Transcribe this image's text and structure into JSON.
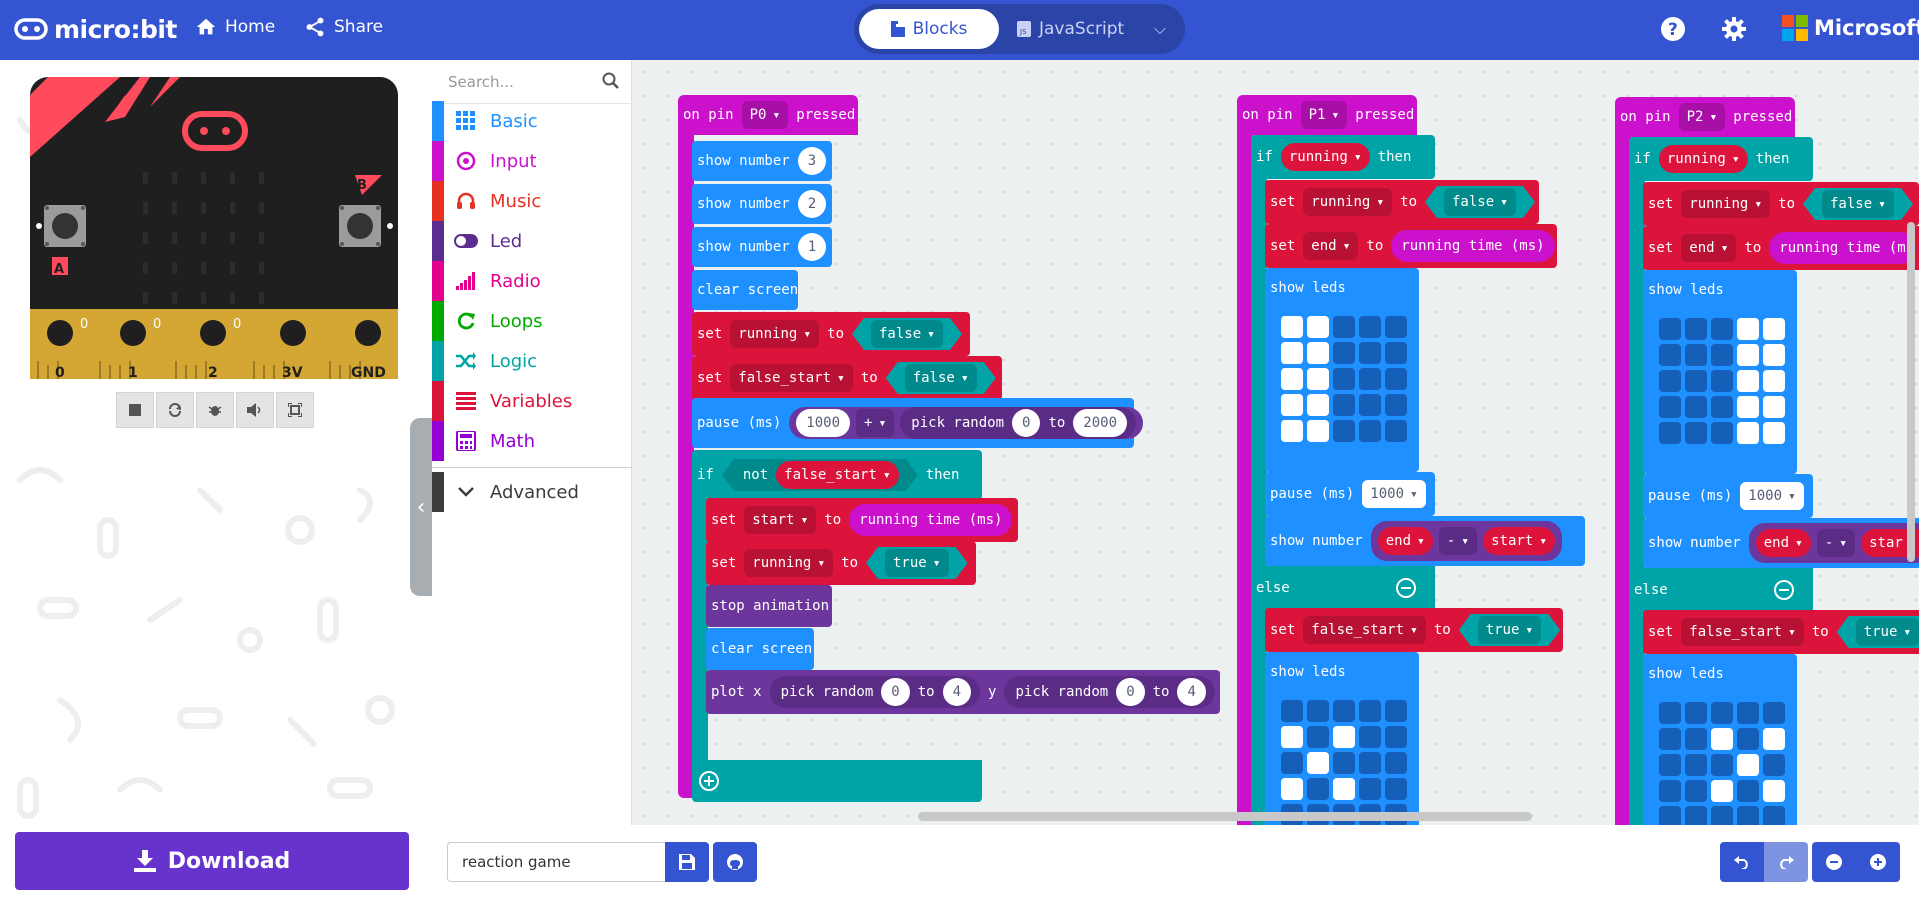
{
  "header": {
    "logo_text": "micro:bit",
    "nav": [
      {
        "label": "Home",
        "icon": "home-icon"
      },
      {
        "label": "Share",
        "icon": "share-icon"
      }
    ],
    "editor_toggle": {
      "blocks_label": "Blocks",
      "javascript_label": "JavaScript",
      "active": "Blocks"
    },
    "brand": "Microsoft",
    "colors": {
      "header_bg": "#3454d1",
      "download_bg": "#6633cc"
    }
  },
  "simulator": {
    "pins": [
      "0",
      "1",
      "2",
      "3V",
      "GND"
    ],
    "pin_values": [
      "0",
      "0",
      "0"
    ],
    "button_a": "A",
    "button_b": "B",
    "controls": [
      "stop-icon",
      "restart-icon",
      "debug-icon",
      "sound-icon",
      "fullscreen-icon"
    ]
  },
  "toolbox": {
    "search_placeholder": "Search...",
    "categories": [
      {
        "label": "Basic",
        "color": "#1e90ff"
      },
      {
        "label": "Input",
        "color": "#cc11cc"
      },
      {
        "label": "Music",
        "color": "#e63022"
      },
      {
        "label": "Led",
        "color": "#5c2d91"
      },
      {
        "label": "Radio",
        "color": "#e3008c"
      },
      {
        "label": "Loops",
        "color": "#00aa00"
      },
      {
        "label": "Logic",
        "color": "#00a4a6"
      },
      {
        "label": "Variables",
        "color": "#dc143c"
      },
      {
        "label": "Math",
        "color": "#9400d3"
      }
    ],
    "advanced_label": "Advanced"
  },
  "workspace": {
    "s1": {
      "event": "on pin",
      "pin": "P0",
      "pressed": "pressed",
      "show_number": "show number",
      "n3": "3",
      "n2": "2",
      "n1": "1",
      "clear_screen": "clear screen",
      "set": "set",
      "to": "to",
      "var_running": "running",
      "var_false_start": "false_start",
      "var_start": "start",
      "val_false": "false",
      "val_true": "true",
      "pause": "pause (ms)",
      "p1000": "1000",
      "plus": "+",
      "pick_random": "pick random",
      "r0": "0",
      "r2000": "2000",
      "if": "if",
      "not": "not",
      "then": "then",
      "running_time": "running time (ms)",
      "stop_animation": "stop animation",
      "plot_x": "plot x",
      "y": "y",
      "r4": "4"
    },
    "s2": {
      "event": "on pin",
      "pin": "P1",
      "pressed": "pressed",
      "if": "if",
      "then": "then",
      "else": "else",
      "set": "set",
      "to": "to",
      "var_running": "running",
      "var_end": "end",
      "var_false_start": "false_start",
      "var_start": "start",
      "val_false": "false",
      "val_true": "true",
      "running_time": "running time (ms)",
      "show_leds": "show leds",
      "pause": "pause (ms)",
      "p1000": "1000",
      "show_number": "show number",
      "minus": "-"
    },
    "s3": {
      "event": "on pin",
      "pin": "P2",
      "pressed": "pressed",
      "if": "if",
      "then": "then",
      "else": "else",
      "set": "set",
      "to": "to",
      "var_running": "running",
      "var_end": "end",
      "var_false_start": "false_start",
      "var_start": "star",
      "val_false": "false",
      "val_true": "true",
      "running_time": "running time (m",
      "show_leds": "show leds",
      "pause": "pause (ms)",
      "p1000": "1000",
      "show_number": "show number",
      "minus": "-"
    }
  },
  "bottom": {
    "download_label": "Download",
    "project_name": "reaction game"
  }
}
